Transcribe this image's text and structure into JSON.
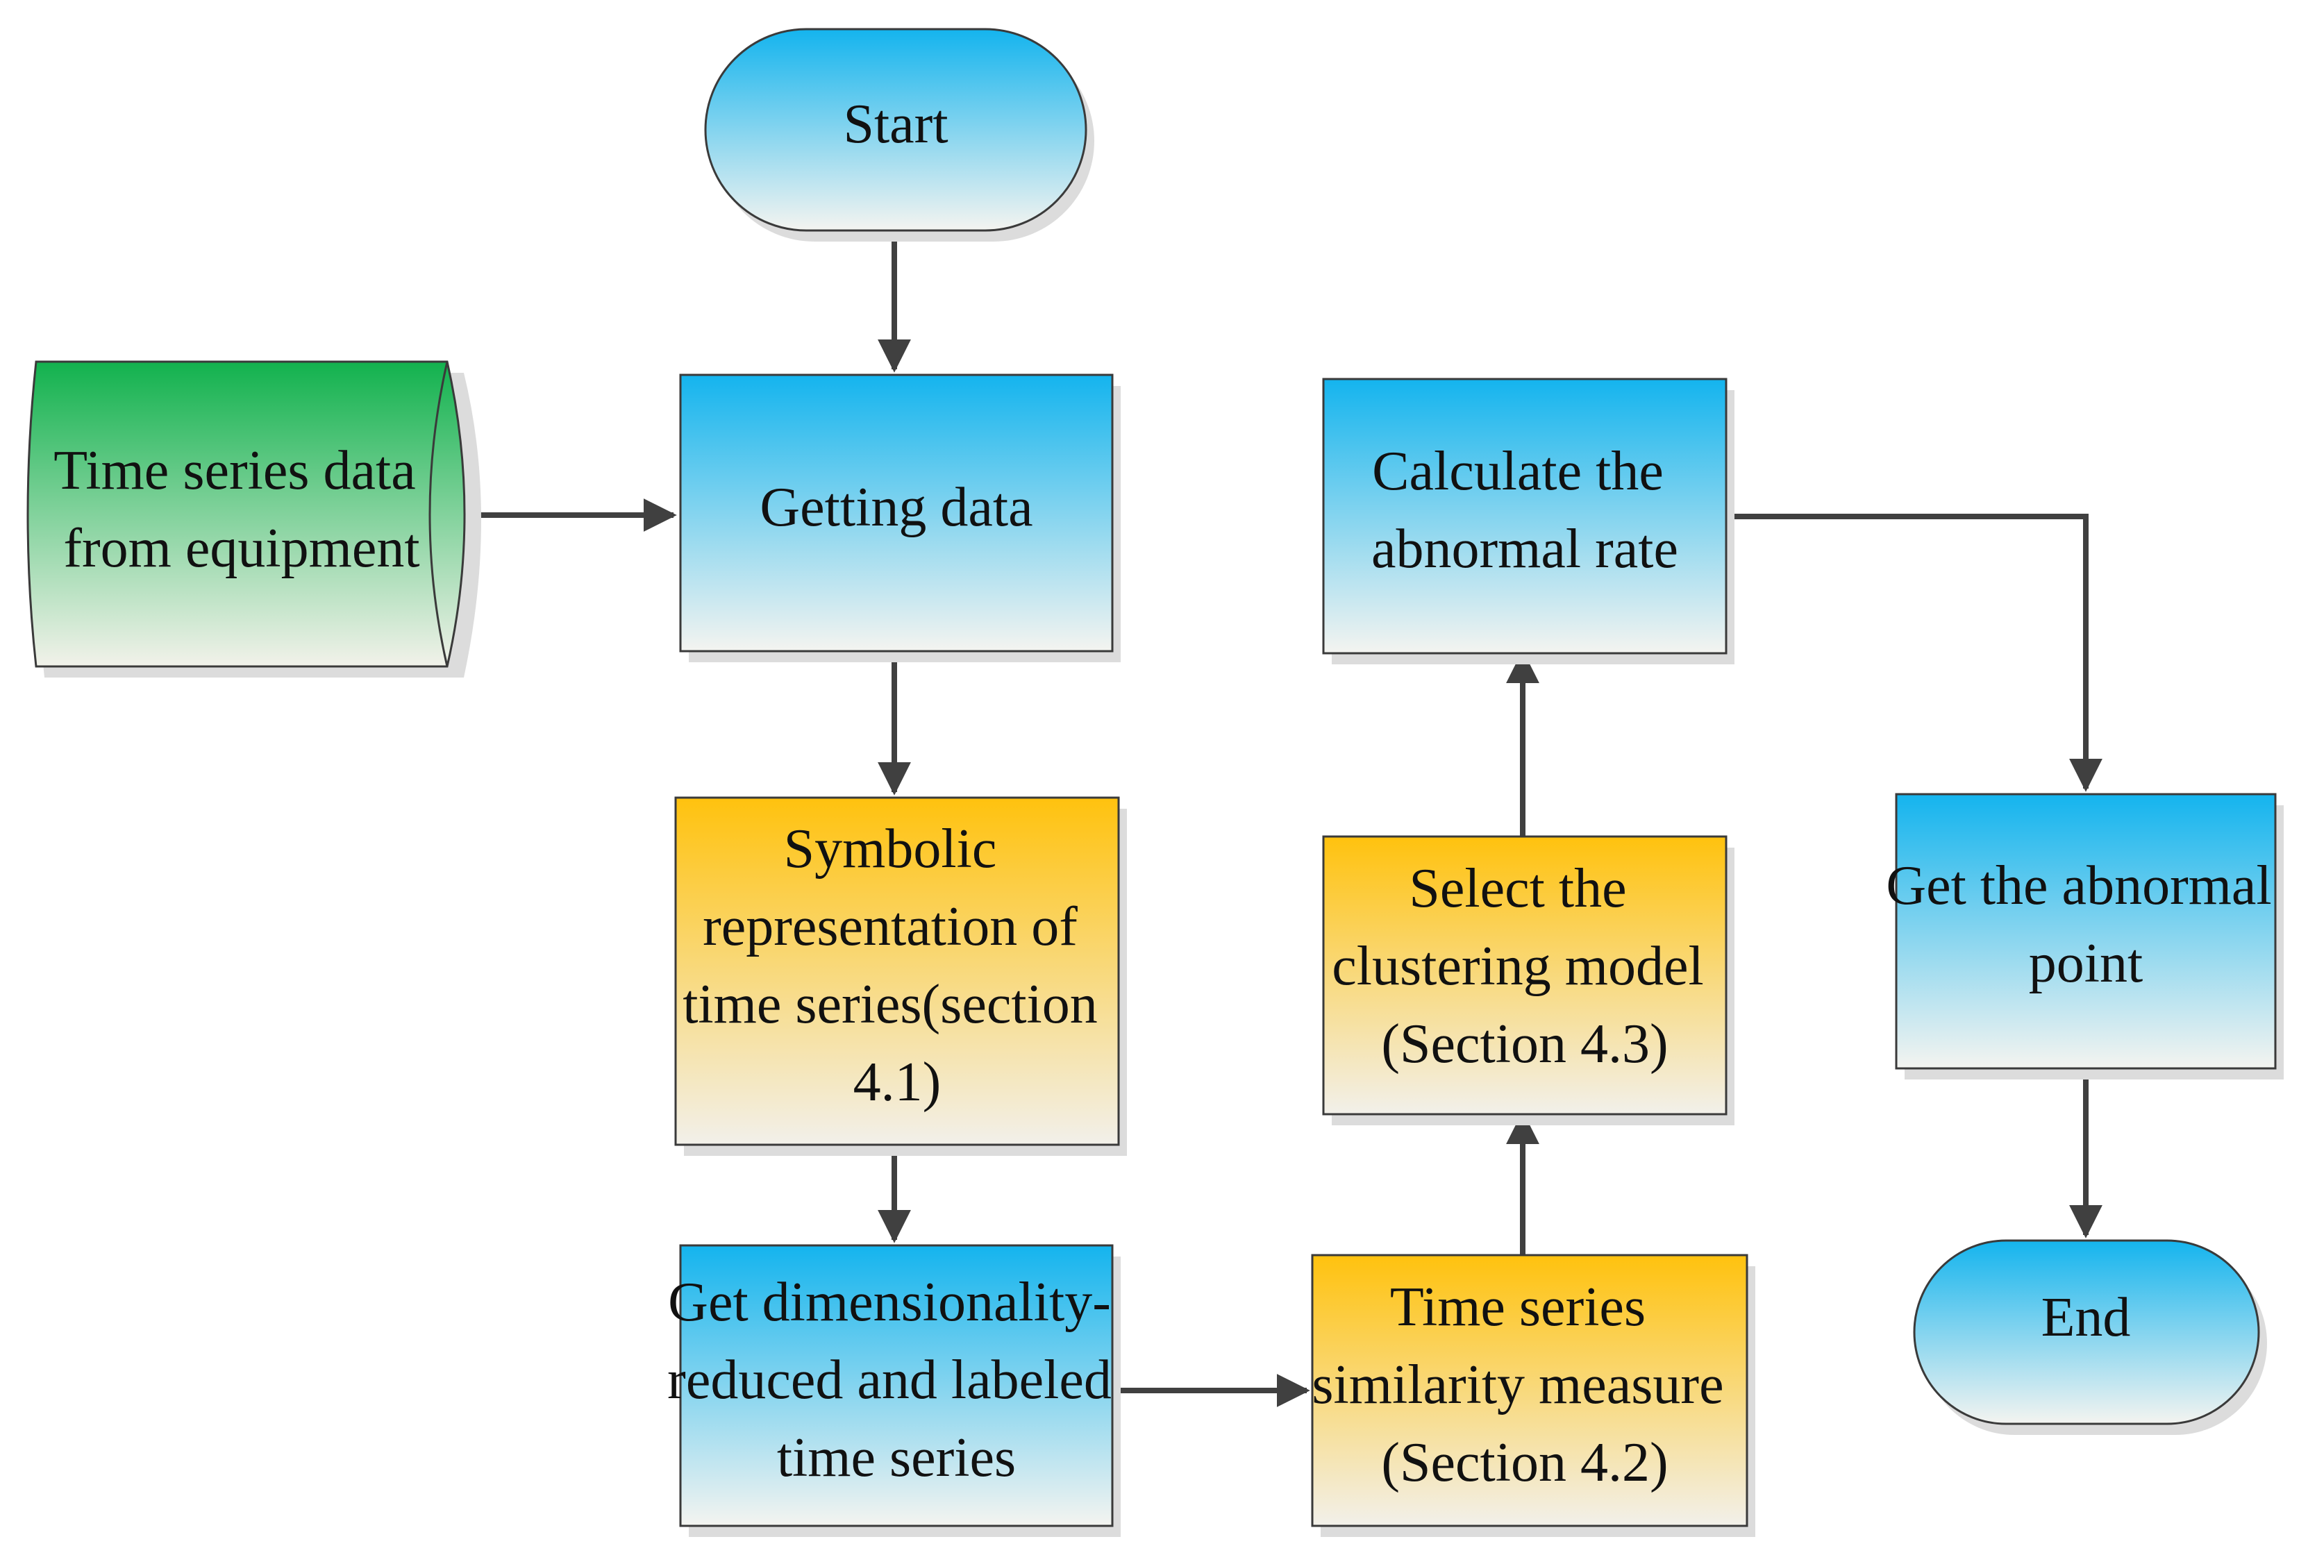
{
  "diagram": {
    "colors": {
      "blue_top": "#14b4ee",
      "blue_bottom": "#f4f4f0",
      "yellow_top": "#ffc20e",
      "yellow_bottom": "#f2f0ea",
      "green_top": "#12b24e",
      "green_bottom": "#f2f2ea",
      "arrow": "#404040"
    },
    "nodes": {
      "start": {
        "lines": [
          "Start"
        ]
      },
      "source": {
        "lines": [
          "Time series data",
          "from equipment"
        ]
      },
      "getting": {
        "lines": [
          "Getting data"
        ]
      },
      "symbolic": {
        "lines": [
          "Symbolic",
          "representation of",
          "time series(section",
          "4.1)"
        ]
      },
      "reduced": {
        "lines": [
          "Get dimensionality-",
          "reduced and labeled",
          "time series"
        ]
      },
      "similarity": {
        "lines": [
          "Time series",
          "similarity measure",
          "(Section 4.2)"
        ]
      },
      "clustering": {
        "lines": [
          "Select the",
          "clustering model",
          "(Section 4.3)"
        ]
      },
      "calculate": {
        "lines": [
          "Calculate the",
          "abnormal rate"
        ]
      },
      "abnormal": {
        "lines": [
          "Get the abnormal",
          "point"
        ]
      },
      "end": {
        "lines": [
          "End"
        ]
      }
    }
  }
}
